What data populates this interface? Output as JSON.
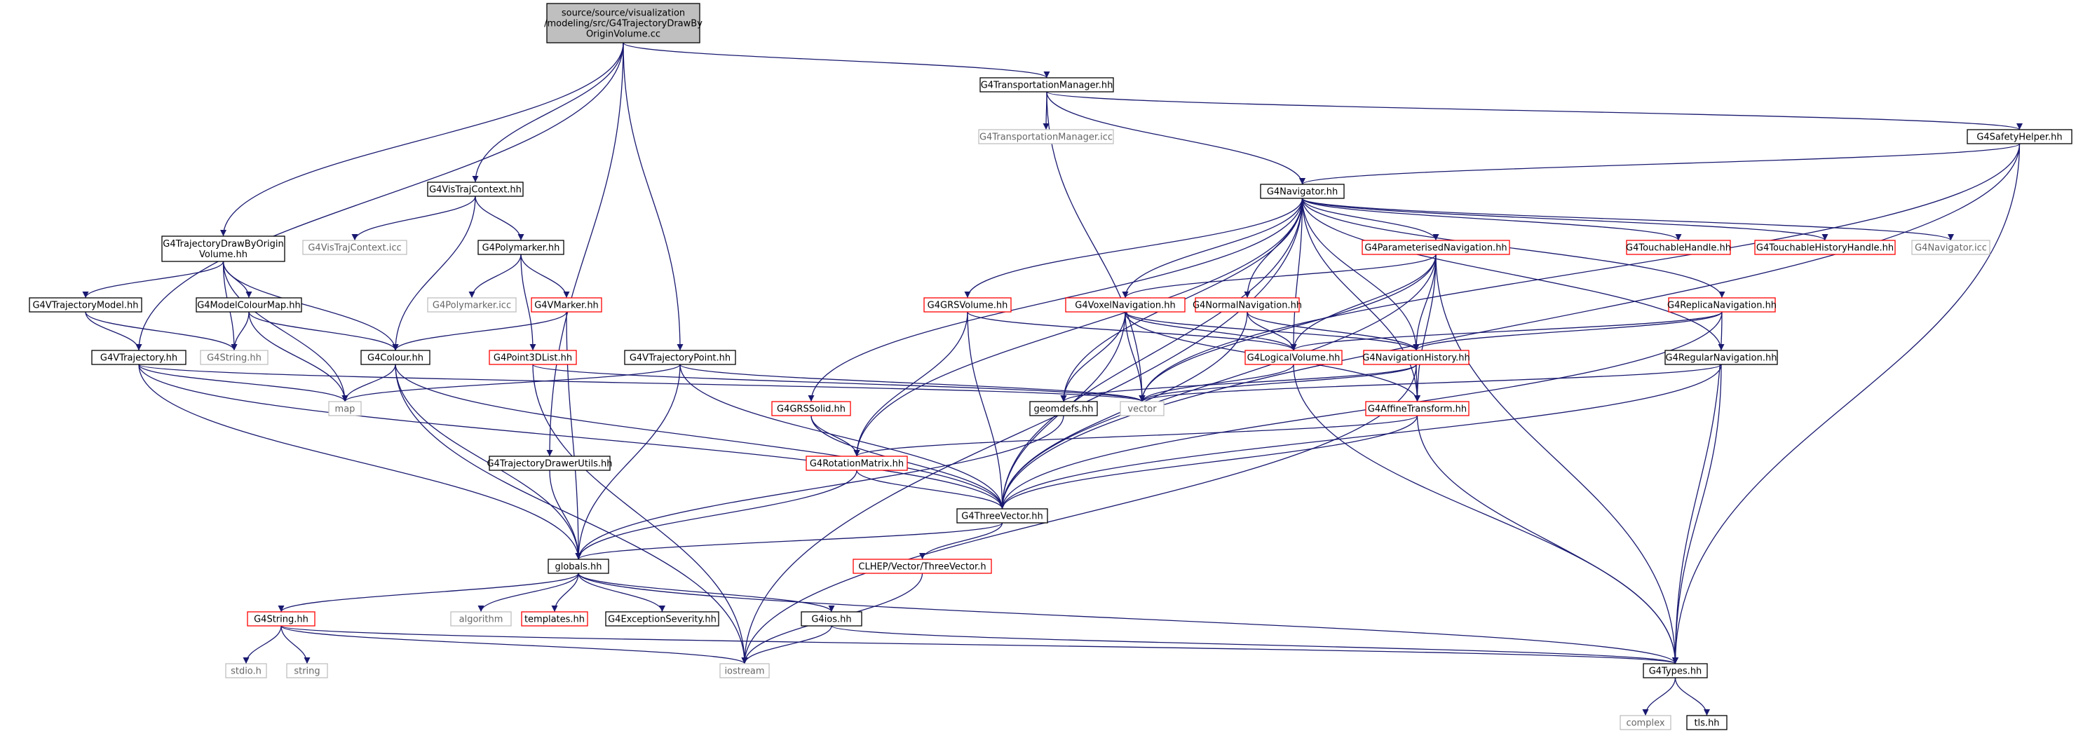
{
  "palette": {
    "edge": "#191970",
    "root_fill": "#bfbfbf",
    "border_normal": "#000000",
    "border_truncated": "#ff0000",
    "border_external": "#bfbfbf",
    "text_normal": "#000000",
    "text_external": "#666666"
  },
  "nodes": [
    {
      "id": "root",
      "label": [
        "source/source/visualization",
        "/modeling/src/G4TrajectoryDrawBy",
        "OriginVolume.cc"
      ],
      "style": "root"
    },
    {
      "id": "tmgr",
      "label": [
        "G4TransportationManager.hh"
      ],
      "style": "normal"
    },
    {
      "id": "tmgr_icc",
      "label": [
        "G4TransportationManager.icc"
      ],
      "style": "external"
    },
    {
      "id": "safety",
      "label": [
        "G4SafetyHelper.hh"
      ],
      "style": "normal"
    },
    {
      "id": "nav",
      "label": [
        "G4Navigator.hh"
      ],
      "style": "normal"
    },
    {
      "id": "vistraj",
      "label": [
        "G4VisTrajContext.hh"
      ],
      "style": "normal"
    },
    {
      "id": "vistraj_icc",
      "label": [
        "G4VisTrajContext.icc"
      ],
      "style": "external"
    },
    {
      "id": "polymarker",
      "label": [
        "G4Polymarker.hh"
      ],
      "style": "normal"
    },
    {
      "id": "polymarker_icc",
      "label": [
        "G4Polymarker.icc"
      ],
      "style": "external"
    },
    {
      "id": "vmarker",
      "label": [
        "G4VMarker.hh"
      ],
      "style": "truncated"
    },
    {
      "id": "point3d",
      "label": [
        "G4Point3DList.hh"
      ],
      "style": "truncated"
    },
    {
      "id": "tdbov",
      "label": [
        "G4TrajectoryDrawByOrigin",
        "Volume.hh"
      ],
      "style": "normal"
    },
    {
      "id": "vtrajmodel",
      "label": [
        "G4VTrajectoryModel.hh"
      ],
      "style": "normal"
    },
    {
      "id": "modelcolour",
      "label": [
        "G4ModelColourMap.hh"
      ],
      "style": "normal"
    },
    {
      "id": "vtraj",
      "label": [
        "G4VTrajectory.hh"
      ],
      "style": "normal"
    },
    {
      "id": "g4string_ext",
      "label": [
        "G4String.hh"
      ],
      "style": "external"
    },
    {
      "id": "colour",
      "label": [
        "G4Colour.hh"
      ],
      "style": "normal"
    },
    {
      "id": "map",
      "label": [
        "map"
      ],
      "style": "external"
    },
    {
      "id": "vtrajpoint",
      "label": [
        "G4VTrajectoryPoint.hh"
      ],
      "style": "normal"
    },
    {
      "id": "drawerutils",
      "label": [
        "G4TrajectoryDrawerUtils.hh"
      ],
      "style": "normal"
    },
    {
      "id": "grssolid",
      "label": [
        "G4GRSSolid.hh"
      ],
      "style": "truncated"
    },
    {
      "id": "grsvolume",
      "label": [
        "G4GRSVolume.hh"
      ],
      "style": "truncated"
    },
    {
      "id": "paramnav",
      "label": [
        "G4ParameterisedNavigation.hh"
      ],
      "style": "truncated"
    },
    {
      "id": "voxelnav",
      "label": [
        "G4VoxelNavigation.hh"
      ],
      "style": "truncated"
    },
    {
      "id": "normalnav",
      "label": [
        "G4NormalNavigation.hh"
      ],
      "style": "truncated"
    },
    {
      "id": "logvol",
      "label": [
        "G4LogicalVolume.hh"
      ],
      "style": "truncated"
    },
    {
      "id": "navhist",
      "label": [
        "G4NavigationHistory.hh"
      ],
      "style": "truncated"
    },
    {
      "id": "touchhandle",
      "label": [
        "G4TouchableHandle.hh"
      ],
      "style": "truncated"
    },
    {
      "id": "touchhist",
      "label": [
        "G4TouchableHistoryHandle.hh"
      ],
      "style": "truncated"
    },
    {
      "id": "nav_icc",
      "label": [
        "G4Navigator.icc"
      ],
      "style": "external"
    },
    {
      "id": "replicanav",
      "label": [
        "G4ReplicaNavigation.hh"
      ],
      "style": "truncated"
    },
    {
      "id": "regularnav",
      "label": [
        "G4RegularNavigation.hh"
      ],
      "style": "normal"
    },
    {
      "id": "geomdefs",
      "label": [
        "geomdefs.hh"
      ],
      "style": "normal"
    },
    {
      "id": "vector",
      "label": [
        "vector"
      ],
      "style": "external"
    },
    {
      "id": "affine",
      "label": [
        "G4AffineTransform.hh"
      ],
      "style": "truncated"
    },
    {
      "id": "rotmatrix",
      "label": [
        "G4RotationMatrix.hh"
      ],
      "style": "truncated"
    },
    {
      "id": "threevec",
      "label": [
        "G4ThreeVector.hh"
      ],
      "style": "normal"
    },
    {
      "id": "globals",
      "label": [
        "globals.hh"
      ],
      "style": "normal"
    },
    {
      "id": "clhep3v",
      "label": [
        "CLHEP/Vector/ThreeVector.h"
      ],
      "style": "truncated"
    },
    {
      "id": "g4string",
      "label": [
        "G4String.hh"
      ],
      "style": "truncated"
    },
    {
      "id": "algorithm",
      "label": [
        "algorithm"
      ],
      "style": "external"
    },
    {
      "id": "templates",
      "label": [
        "templates.hh"
      ],
      "style": "truncated"
    },
    {
      "id": "exceptsev",
      "label": [
        "G4ExceptionSeverity.hh"
      ],
      "style": "normal"
    },
    {
      "id": "g4ios",
      "label": [
        "G4ios.hh"
      ],
      "style": "normal"
    },
    {
      "id": "stdio",
      "label": [
        "stdio.h"
      ],
      "style": "external"
    },
    {
      "id": "string",
      "label": [
        "string"
      ],
      "style": "external"
    },
    {
      "id": "iostream",
      "label": [
        "iostream"
      ],
      "style": "external"
    },
    {
      "id": "g4types",
      "label": [
        "G4Types.hh"
      ],
      "style": "normal"
    },
    {
      "id": "complex",
      "label": [
        "complex"
      ],
      "style": "external"
    },
    {
      "id": "tls",
      "label": [
        "tls.hh"
      ],
      "style": "normal"
    }
  ],
  "edges": [
    [
      "root",
      "tmgr"
    ],
    [
      "root",
      "vtraj"
    ],
    [
      "root",
      "tdbov"
    ],
    [
      "root",
      "vistraj"
    ],
    [
      "root",
      "vtrajpoint"
    ],
    [
      "root",
      "drawerutils"
    ],
    [
      "tmgr",
      "tmgr_icc"
    ],
    [
      "tmgr",
      "safety"
    ],
    [
      "tmgr",
      "nav"
    ],
    [
      "tmgr",
      "vector"
    ],
    [
      "safety",
      "nav"
    ],
    [
      "safety",
      "threevec"
    ],
    [
      "safety",
      "vector"
    ],
    [
      "safety",
      "g4types"
    ],
    [
      "nav",
      "paramnav"
    ],
    [
      "nav",
      "voxelnav"
    ],
    [
      "nav",
      "normalnav"
    ],
    [
      "nav",
      "logvol"
    ],
    [
      "nav",
      "navhist"
    ],
    [
      "nav",
      "touchhandle"
    ],
    [
      "nav",
      "touchhist"
    ],
    [
      "nav",
      "nav_icc"
    ],
    [
      "nav",
      "replicanav"
    ],
    [
      "nav",
      "regularnav"
    ],
    [
      "nav",
      "geomdefs"
    ],
    [
      "nav",
      "grssolid"
    ],
    [
      "nav",
      "grsvolume"
    ],
    [
      "nav",
      "rotmatrix"
    ],
    [
      "nav",
      "threevec"
    ],
    [
      "nav",
      "affine"
    ],
    [
      "nav",
      "iostream"
    ],
    [
      "vistraj",
      "vistraj_icc"
    ],
    [
      "vistraj",
      "polymarker"
    ],
    [
      "vistraj",
      "colour"
    ],
    [
      "polymarker",
      "polymarker_icc"
    ],
    [
      "polymarker",
      "vmarker"
    ],
    [
      "polymarker",
      "point3d"
    ],
    [
      "vmarker",
      "colour"
    ],
    [
      "vmarker",
      "globals"
    ],
    [
      "point3d",
      "vector"
    ],
    [
      "point3d",
      "iostream"
    ],
    [
      "tdbov",
      "vtrajmodel"
    ],
    [
      "tdbov",
      "modelcolour"
    ],
    [
      "tdbov",
      "g4string_ext"
    ],
    [
      "tdbov",
      "colour"
    ],
    [
      "tdbov",
      "map"
    ],
    [
      "vtrajmodel",
      "vtraj"
    ],
    [
      "vtrajmodel",
      "g4string_ext"
    ],
    [
      "modelcolour",
      "g4string_ext"
    ],
    [
      "modelcolour",
      "colour"
    ],
    [
      "modelcolour",
      "map"
    ],
    [
      "vtraj",
      "map"
    ],
    [
      "vtraj",
      "vector"
    ],
    [
      "vtraj",
      "threevec"
    ],
    [
      "vtraj",
      "globals"
    ],
    [
      "colour",
      "map"
    ],
    [
      "colour",
      "threevec"
    ],
    [
      "colour",
      "globals"
    ],
    [
      "colour",
      "iostream"
    ],
    [
      "vtrajpoint",
      "map"
    ],
    [
      "vtrajpoint",
      "vector"
    ],
    [
      "vtrajpoint",
      "threevec"
    ],
    [
      "vtrajpoint",
      "globals"
    ],
    [
      "drawerutils",
      "globals"
    ],
    [
      "grssolid",
      "rotmatrix"
    ],
    [
      "grssolid",
      "threevec"
    ],
    [
      "grsvolume",
      "rotmatrix"
    ],
    [
      "grsvolume",
      "threevec"
    ],
    [
      "grsvolume",
      "logvol"
    ],
    [
      "paramnav",
      "voxelnav"
    ],
    [
      "paramnav",
      "logvol"
    ],
    [
      "paramnav",
      "navhist"
    ],
    [
      "paramnav",
      "affine"
    ],
    [
      "paramnav",
      "threevec"
    ],
    [
      "paramnav",
      "vector"
    ],
    [
      "paramnav",
      "g4types"
    ],
    [
      "voxelnav",
      "logvol"
    ],
    [
      "voxelnav",
      "navhist"
    ],
    [
      "voxelnav",
      "geomdefs"
    ],
    [
      "voxelnav",
      "threevec"
    ],
    [
      "voxelnav",
      "vector"
    ],
    [
      "voxelnav",
      "affine"
    ],
    [
      "normalnav",
      "logvol"
    ],
    [
      "normalnav",
      "navhist"
    ],
    [
      "normalnav",
      "threevec"
    ],
    [
      "replicanav",
      "logvol"
    ],
    [
      "replicanav",
      "navhist"
    ],
    [
      "replicanav",
      "threevec"
    ],
    [
      "replicanav",
      "g4types"
    ],
    [
      "regularnav",
      "vector"
    ],
    [
      "regularnav",
      "threevec"
    ],
    [
      "regularnav",
      "g4types"
    ],
    [
      "logvol",
      "vector"
    ],
    [
      "logvol",
      "g4types"
    ],
    [
      "navhist",
      "vector"
    ],
    [
      "navhist",
      "geomdefs"
    ],
    [
      "navhist",
      "affine"
    ],
    [
      "navhist",
      "iostream"
    ],
    [
      "geomdefs",
      "globals"
    ],
    [
      "affine",
      "rotmatrix"
    ],
    [
      "affine",
      "threevec"
    ],
    [
      "affine",
      "g4types"
    ],
    [
      "rotmatrix",
      "threevec"
    ],
    [
      "rotmatrix",
      "globals"
    ],
    [
      "threevec",
      "globals"
    ],
    [
      "threevec",
      "clhep3v"
    ],
    [
      "clhep3v",
      "iostream"
    ],
    [
      "globals",
      "g4string"
    ],
    [
      "globals",
      "algorithm"
    ],
    [
      "globals",
      "templates"
    ],
    [
      "globals",
      "exceptsev"
    ],
    [
      "globals",
      "g4ios"
    ],
    [
      "globals",
      "g4types"
    ],
    [
      "g4string",
      "stdio"
    ],
    [
      "g4string",
      "string"
    ],
    [
      "g4string",
      "iostream"
    ],
    [
      "g4string",
      "g4types"
    ],
    [
      "g4ios",
      "iostream"
    ],
    [
      "g4ios",
      "g4types"
    ],
    [
      "g4types",
      "complex"
    ],
    [
      "g4types",
      "tls"
    ]
  ]
}
